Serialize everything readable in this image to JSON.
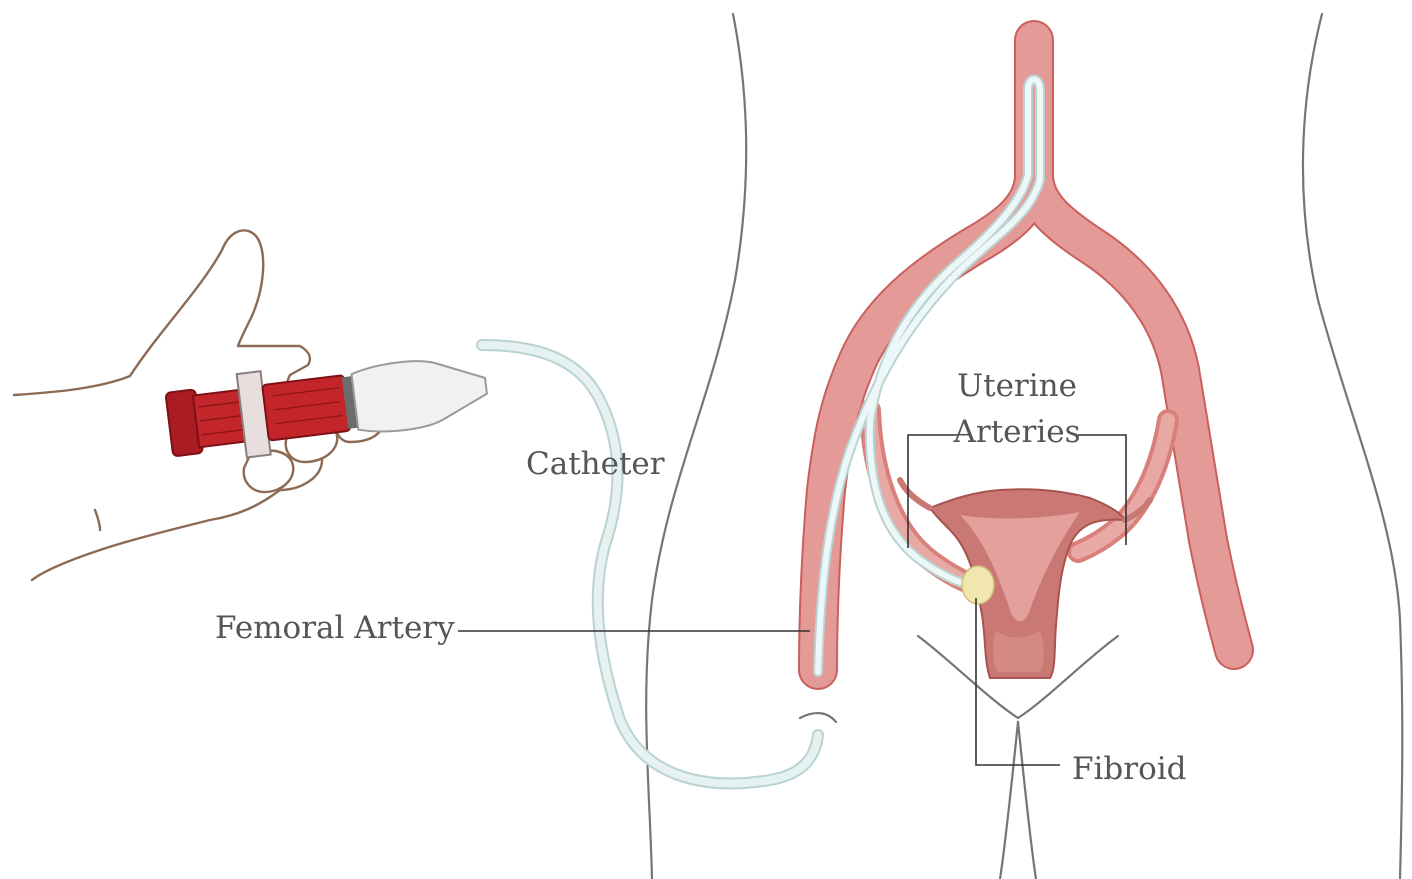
{
  "labels": {
    "catheter": "Catheter",
    "uterine_line1": "Uterine",
    "uterine_line2": "Arteries",
    "femoral_artery": "Femoral Artery",
    "fibroid": "Fibroid"
  },
  "colors": {
    "artery": "#e49a96",
    "artery_edge": "#c9605e",
    "catheter": "#dfeeee",
    "catheter_edge": "#b9d3d3",
    "skin_outline": "#8c6a54",
    "syringe_red": "#c2262b",
    "syringe_dark": "#7e1015",
    "tissue": "#c97874",
    "fibroid": "#f1e6ae",
    "body_outline": "#757575",
    "leader": "#333333",
    "label_text": "#555555"
  },
  "icons": {
    "hand": "hand-icon",
    "syringe": "syringe-icon",
    "uterus": "uterus-icon"
  }
}
